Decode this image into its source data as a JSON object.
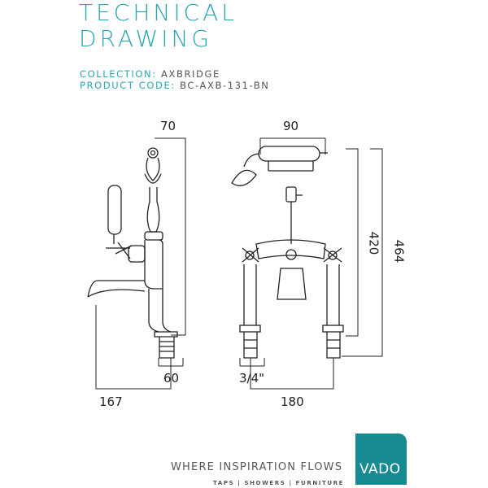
{
  "header": {
    "title_line1": "TECHNICAL",
    "title_line2": "DRAWING",
    "collection_label": "COLLECTION:",
    "collection_value": "AXBRIDGE",
    "product_code_label": "PRODUCT CODE:",
    "product_code_value": "BC-AXB-131-BN"
  },
  "dimensions": {
    "side_top": "70",
    "front_top": "90",
    "height_inner": "420",
    "height_total": "464",
    "side_base": "60",
    "side_reach": "167",
    "front_thread": "3/4\"",
    "front_centres": "180"
  },
  "footer": {
    "tagline": "WHERE INSPIRATION FLOWS",
    "subline": "TAPS | SHOWERS | FURNITURE",
    "logo": "VADO"
  },
  "colors": {
    "accent": "#2aa6b1",
    "logo_bg": "#178b92"
  }
}
